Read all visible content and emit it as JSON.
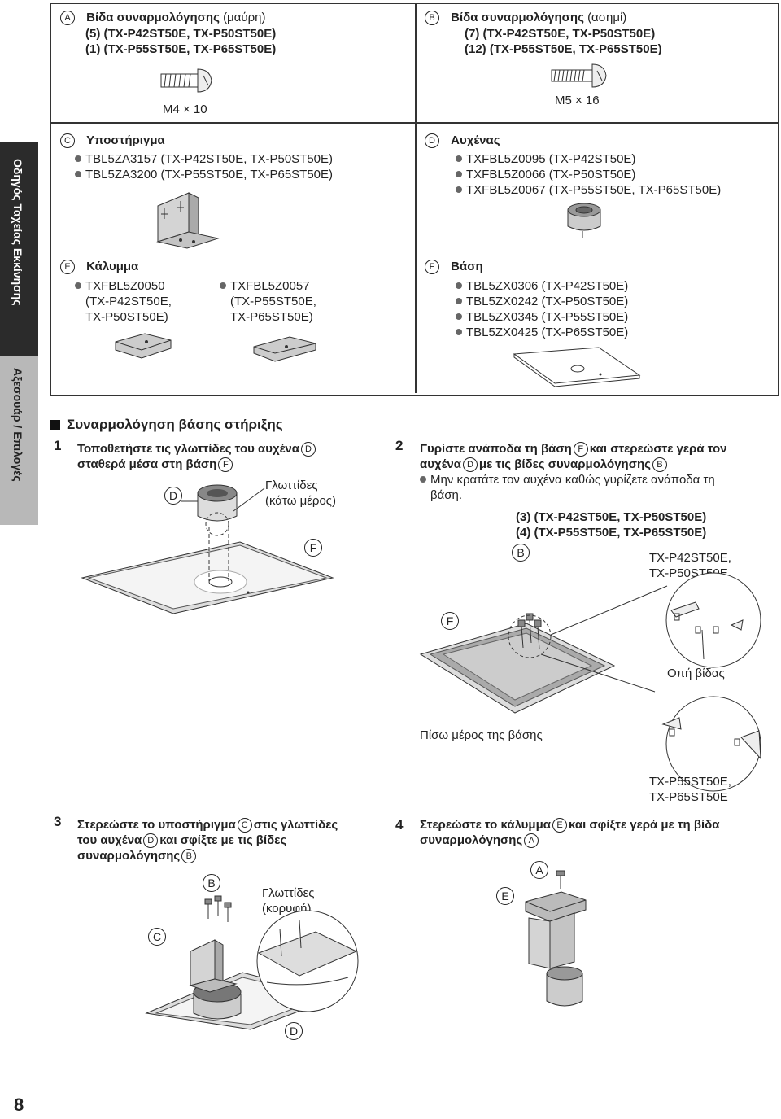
{
  "sidebar": {
    "tab_quick_start": "Οδηγός Ταχείας Εκκίνησης",
    "tab_accessories": "Αξεσουάρ / Επιλογές"
  },
  "page_number": "8",
  "parts": {
    "a": {
      "letter": "A",
      "title": "Βίδα συναρμολόγησης",
      "note": "(μαύρη)",
      "line1": "(5) (TX-P42ST50E, TX-P50ST50E)",
      "line2": "(1) (TX-P55ST50E, TX-P65ST50E)",
      "size": "M4 × 10"
    },
    "b": {
      "letter": "B",
      "title": "Βίδα συναρμολόγησης",
      "note": "(ασημί)",
      "line1": "(7) (TX-P42ST50E, TX-P50ST50E)",
      "line2": "(12) (TX-P55ST50E, TX-P65ST50E)",
      "size": "M5 × 16"
    },
    "c": {
      "letter": "C",
      "title": "Υποστήριγμα",
      "items": [
        "TBL5ZA3157 (TX-P42ST50E, TX-P50ST50E)",
        "TBL5ZA3200 (TX-P55ST50E, TX-P65ST50E)"
      ]
    },
    "d": {
      "letter": "D",
      "title": "Αυχένας",
      "items": [
        "TXFBL5Z0095 (TX-P42ST50E)",
        "TXFBL5Z0066 (TX-P50ST50E)",
        "TXFBL5Z0067 (TX-P55ST50E, TX-P65ST50E)"
      ]
    },
    "e": {
      "letter": "E",
      "title": "Κάλυμμα",
      "item1": [
        "TXFBL5Z0050",
        "(TX-P42ST50E,",
        "TX-P50ST50E)"
      ],
      "item2": [
        "TXFBL5Z0057",
        "(TX-P55ST50E,",
        "TX-P65ST50E)"
      ]
    },
    "f": {
      "letter": "F",
      "title": "Βάση",
      "items": [
        "TBL5ZX0306 (TX-P42ST50E)",
        "TBL5ZX0242 (TX-P50ST50E)",
        "TBL5ZX0345 (TX-P55ST50E)",
        "TBL5ZX0425 (TX-P65ST50E)"
      ]
    }
  },
  "section": {
    "title": "Συναρμολόγηση βάσης στήριξης"
  },
  "steps": {
    "s1": {
      "num": "1",
      "line1": "Τοποθετήστε τις γλωττίδες του αυχένα",
      "line2": "σταθερά μέσα στη βάση",
      "callout1": "Γλωττίδες",
      "callout2": "(κάτω μέρος)"
    },
    "s2": {
      "num": "2",
      "line1": "Γυρίστε ανάποδα τη βάση",
      "line1b": "και στερεώστε γερά τον",
      "line2": "αυχένα",
      "line2b": "με τις βίδες συναρμολόγησης",
      "bullet1": "Μην κρατάτε τον αυχένα καθώς γυρίζετε ανάποδα τη",
      "bullet2": "βάση.",
      "qty1": "(3) (TX-P42ST50E, TX-P50ST50E)",
      "qty2": "(4) (TX-P55ST50E, TX-P65ST50E)",
      "model1a": "TX-P42ST50E,",
      "model1b": "TX-P50ST50E",
      "hole": "Οπή βίδας",
      "back": "Πίσω μέρος της βάσης",
      "model2a": "TX-P55ST50E,",
      "model2b": "TX-P65ST50E"
    },
    "s3": {
      "num": "3",
      "line1": "Στερεώστε το υποστήριγμα",
      "line1b": "στις γλωττίδες",
      "line2": "του αυχένα",
      "line2b": "και σφίξτε με τις βίδες",
      "line3": "συναρμολόγησης",
      "callout1": "Γλωττίδες",
      "callout2": "(κορυφή)"
    },
    "s4": {
      "num": "4",
      "line1": "Στερεώστε το κάλυμμα",
      "line1b": "και σφίξτε γερά με τη βίδα",
      "line2": "συναρμολόγησης"
    }
  }
}
